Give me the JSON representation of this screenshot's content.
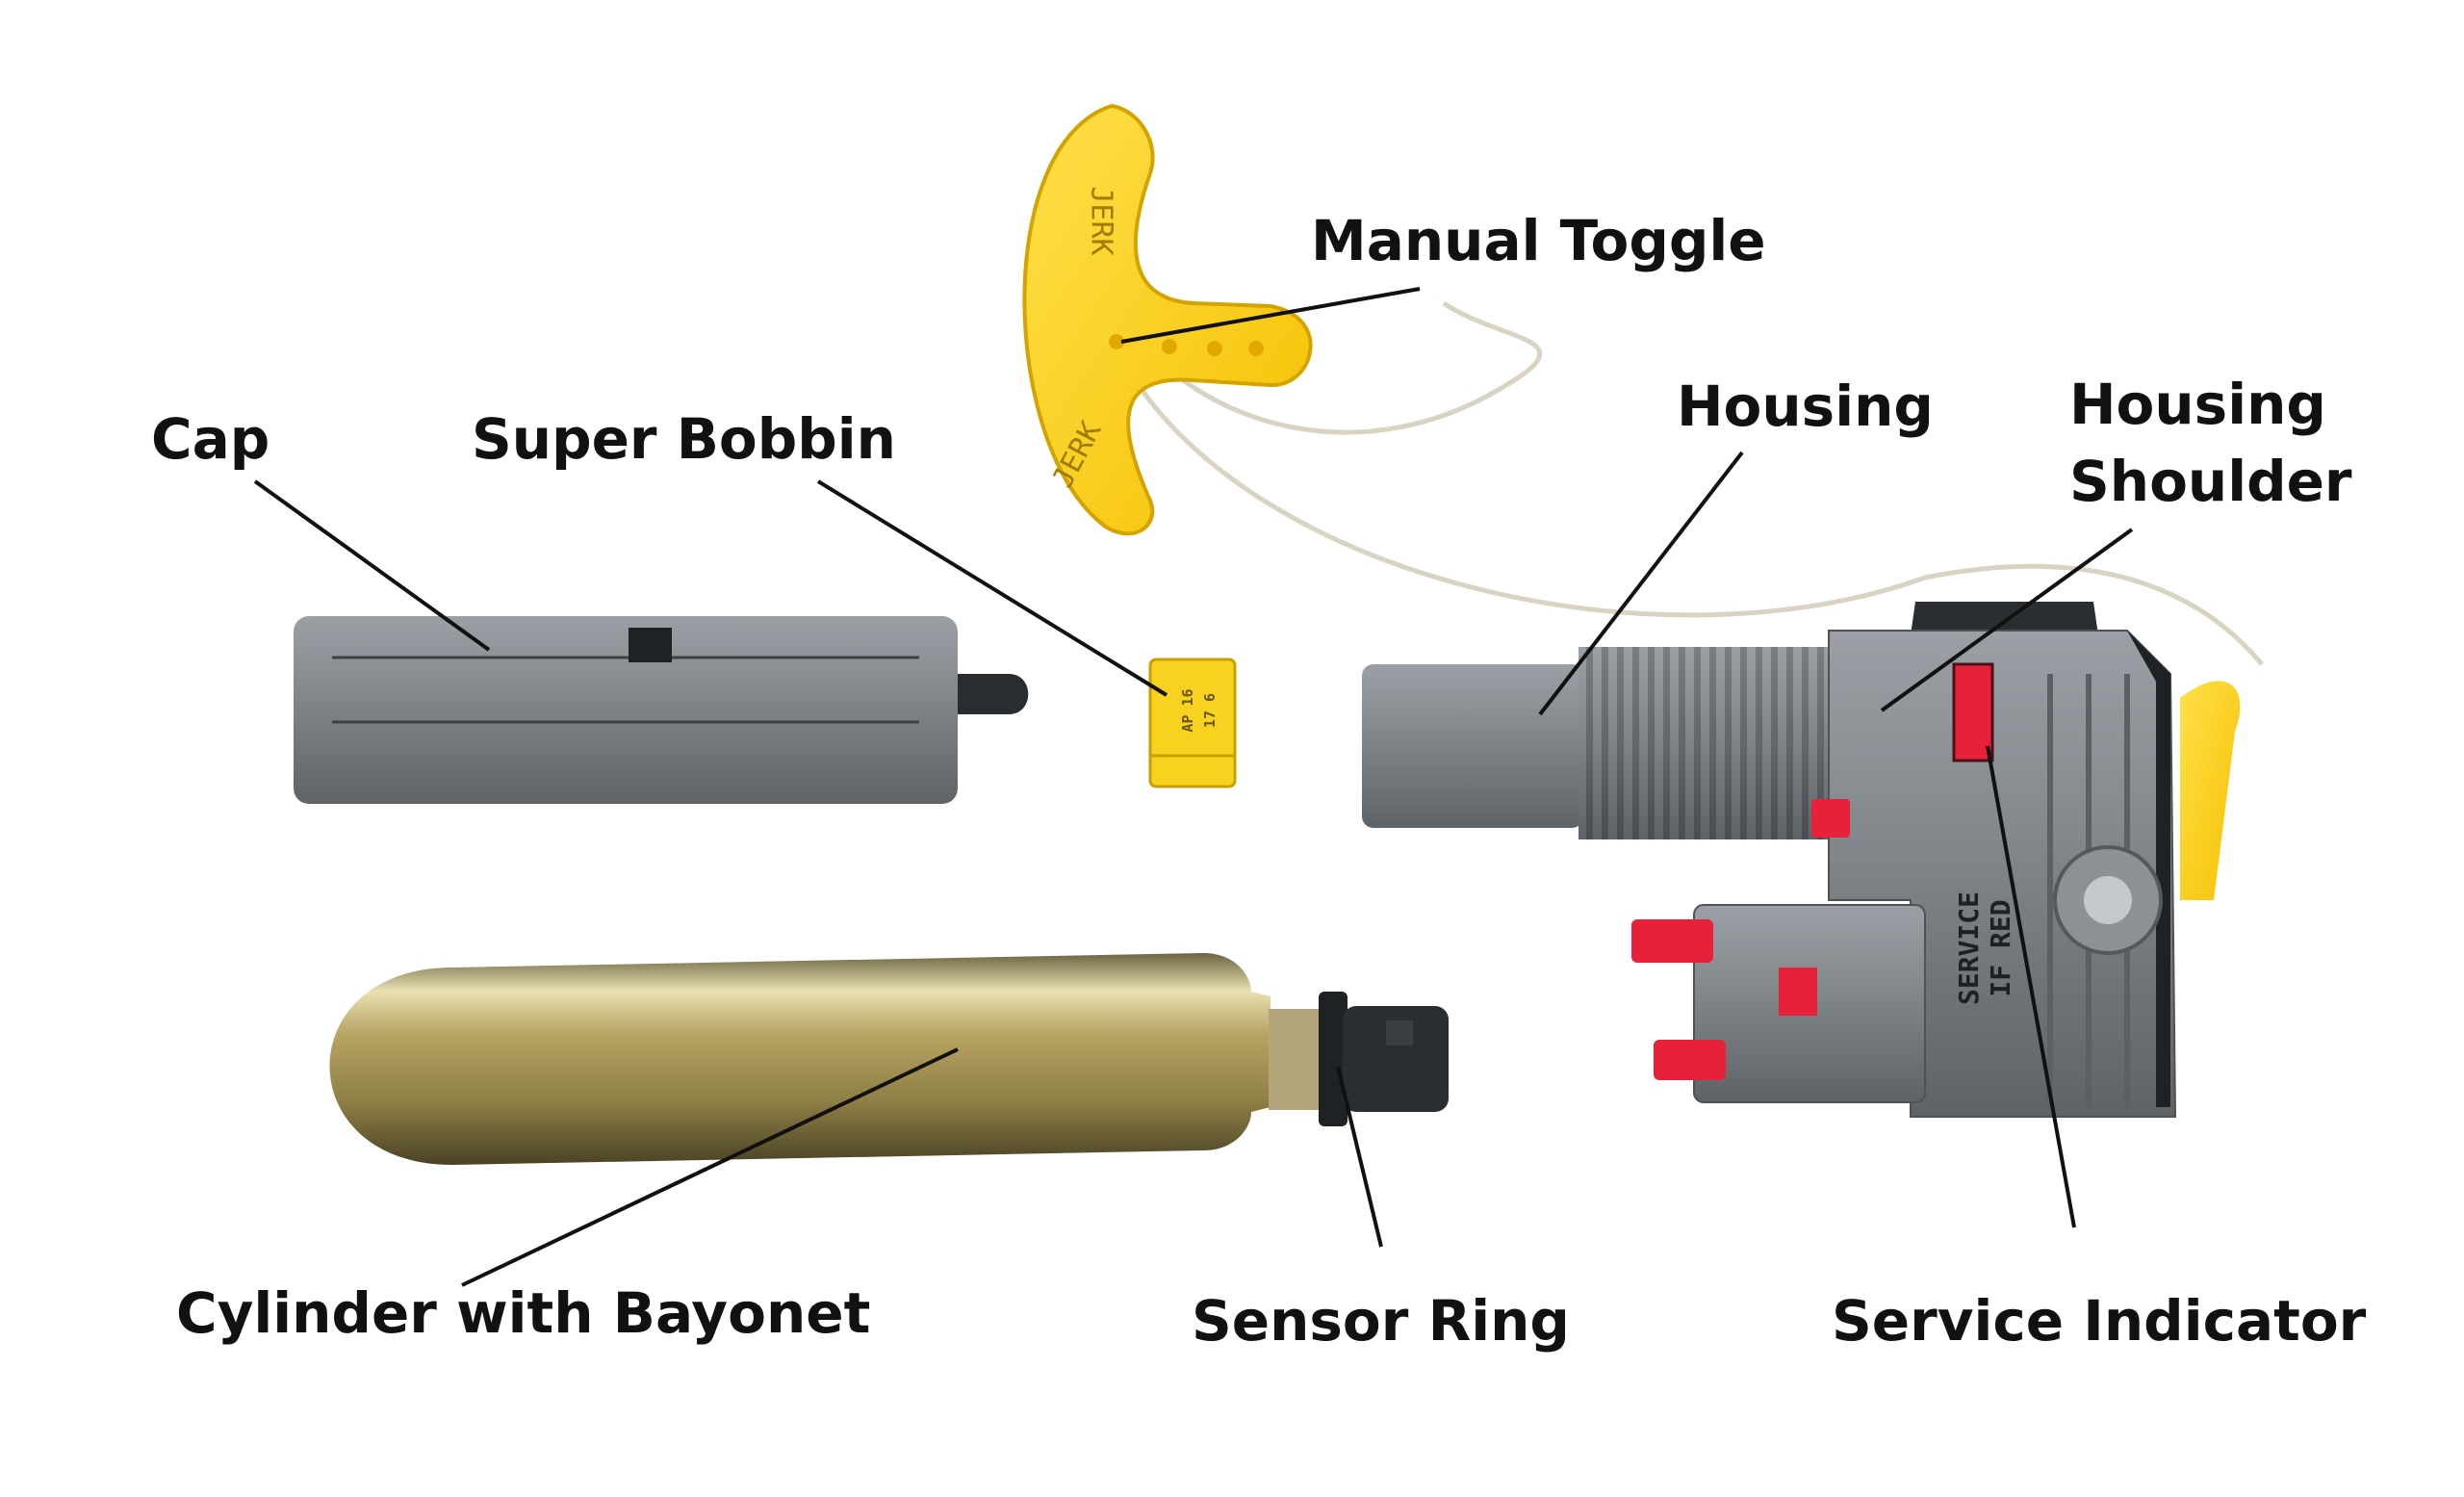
{
  "labels": {
    "manual_toggle": "Manual Toggle",
    "cap": "Cap",
    "super_bobbin": "Super Bobbin",
    "housing": "Housing",
    "housing_shoulder": "Housing\nShoulder",
    "cylinder_with_bayonet": "Cylinder with Bayonet",
    "sensor_ring": "Sensor Ring",
    "service_indicator": "Service Indicator"
  },
  "markings": {
    "toggle_top": "JERK",
    "toggle_bottom": "JERK",
    "bobbin_line1": "AP 16",
    "bobbin_line2": "17 6",
    "service_line1": "SERVICE",
    "service_line2": "IF RED"
  },
  "colors": {
    "background": "#ffffff",
    "label_text": "#111111",
    "leader_line": "#111111",
    "plastic_grey": "#7d8287",
    "toggle_yellow": "#ffd21a",
    "indicator_red": "#e8213a",
    "cylinder_brass": "#b8a464"
  }
}
